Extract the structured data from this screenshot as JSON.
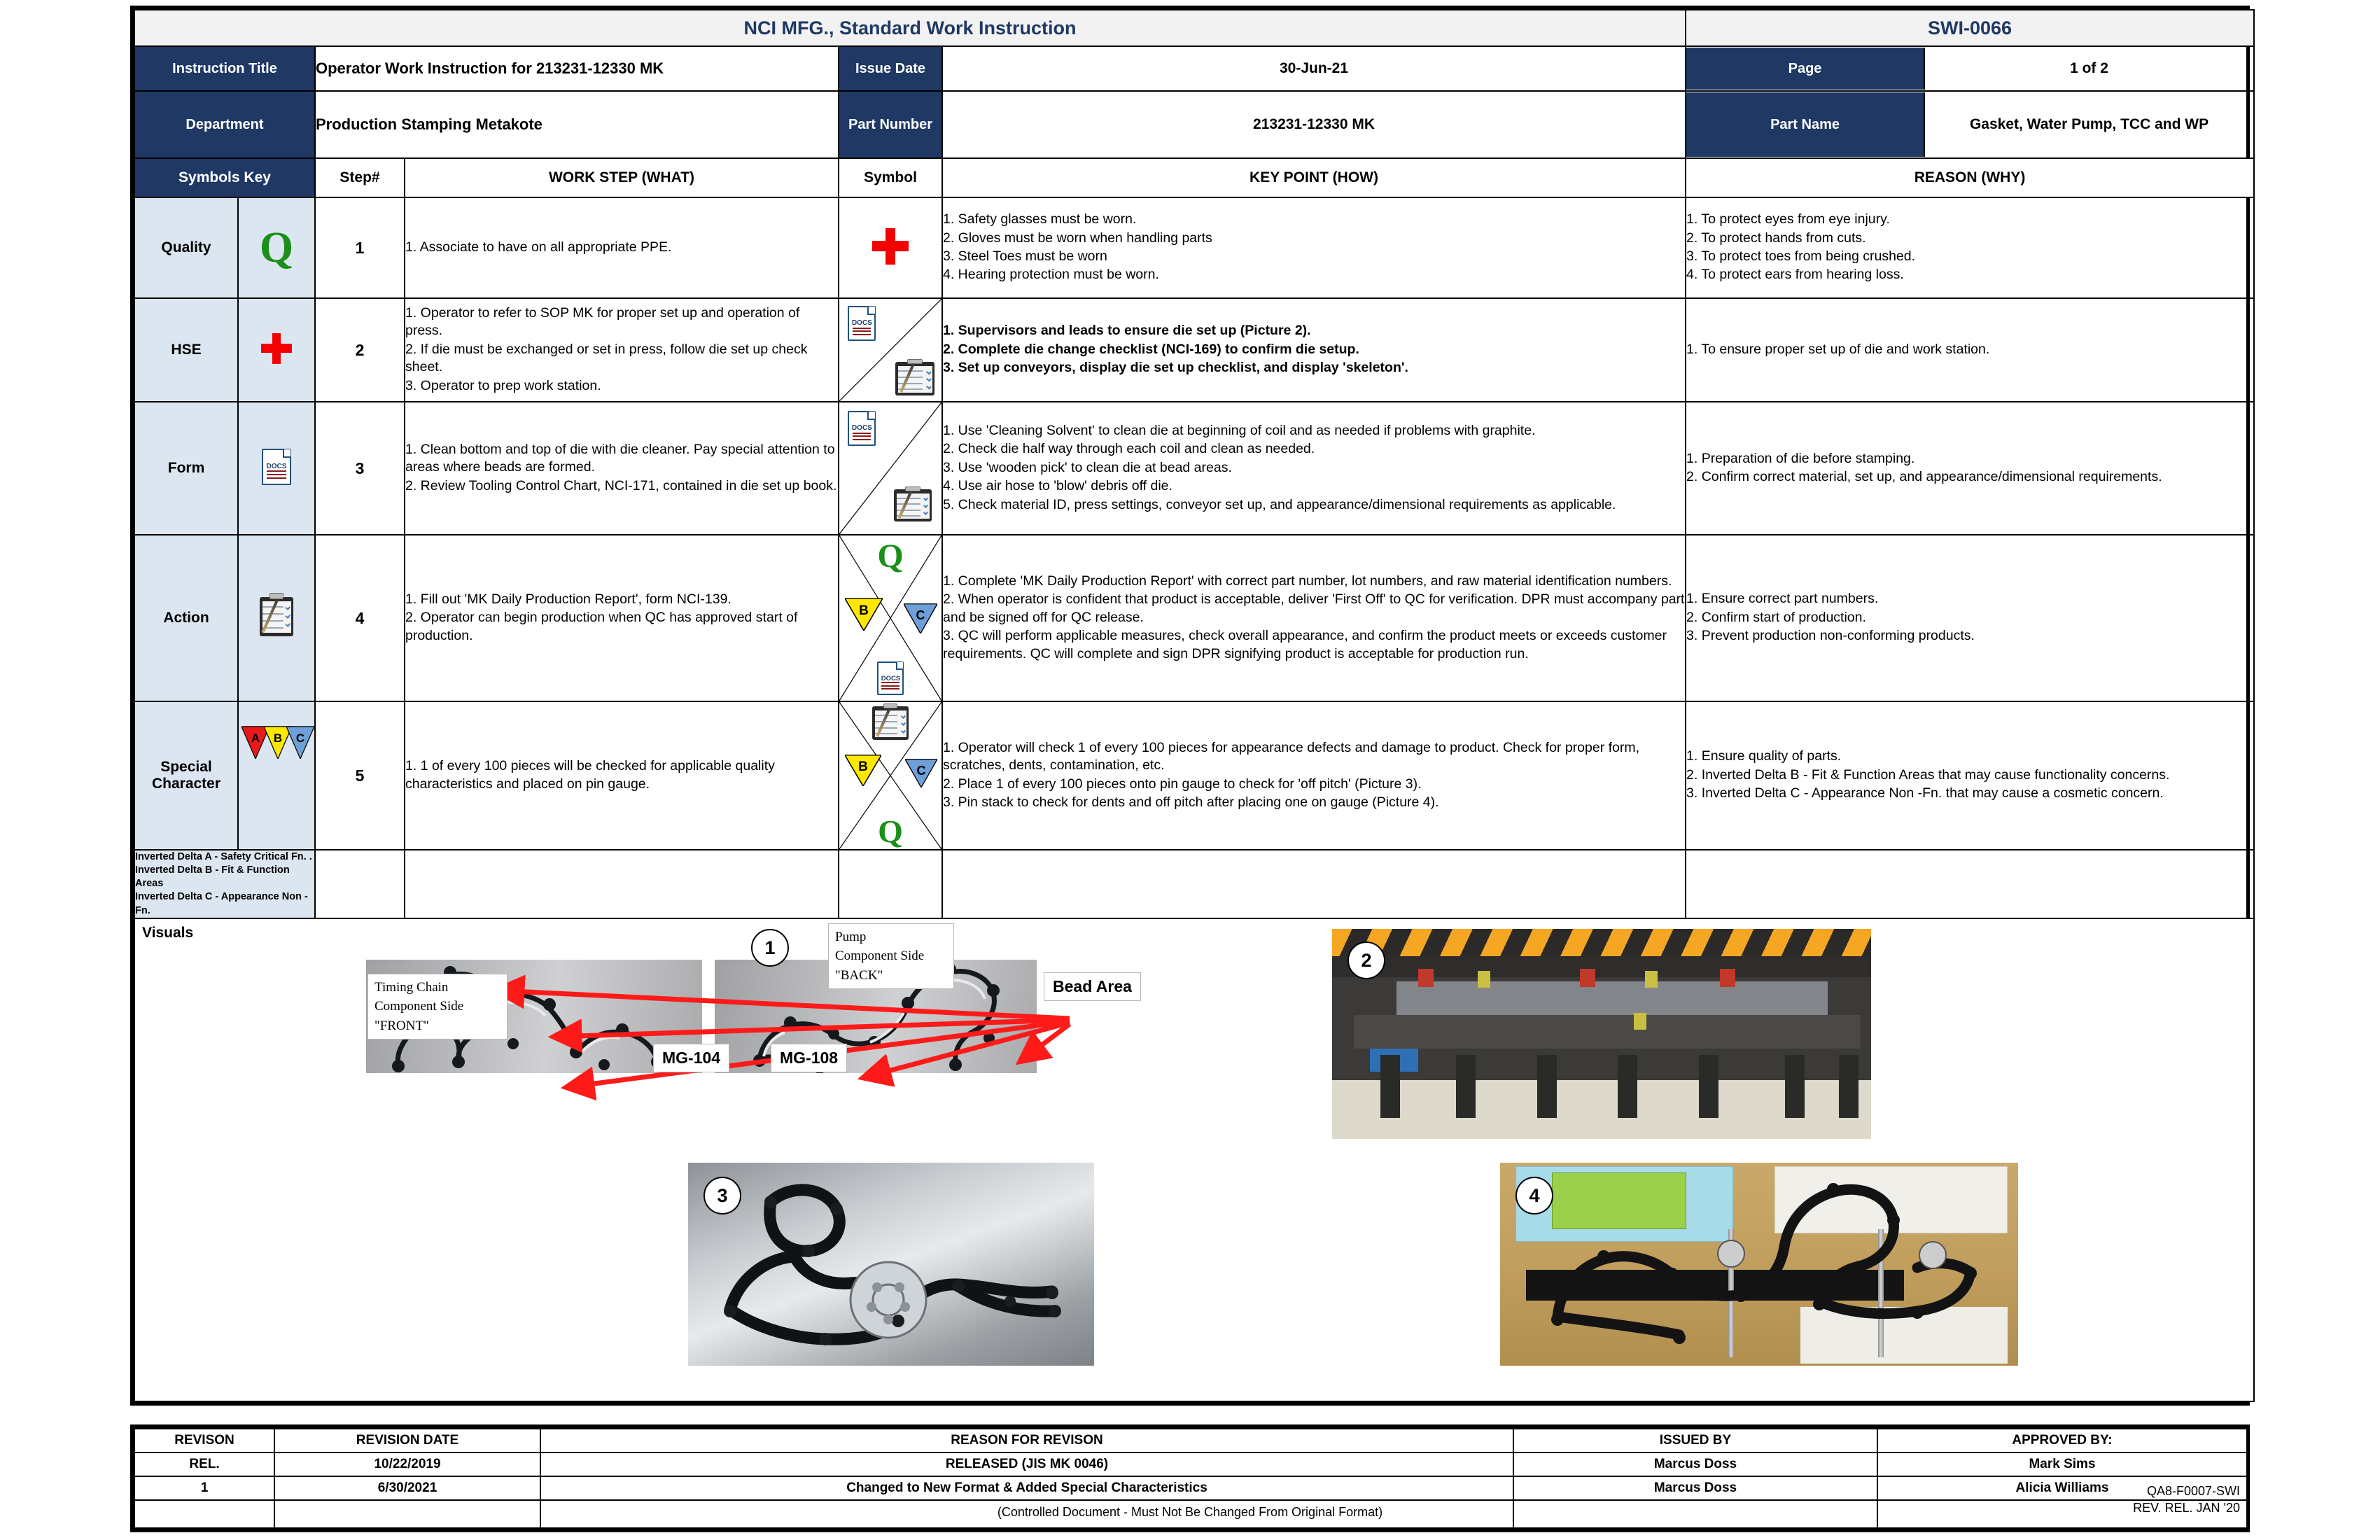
{
  "header": {
    "title": "NCI MFG., Standard Work Instruction",
    "doc_code": "SWI-0066",
    "rows": [
      {
        "label1": "Instruction Title",
        "value1": "Operator Work Instruction for 213231-12330 MK",
        "label2": "Issue Date",
        "value2": "30-Jun-21",
        "label3": "Page",
        "value3": "1 of 2"
      },
      {
        "label1": "Department",
        "value1": "Production Stamping Metakote",
        "label2": "Part Number",
        "value2": "213231-12330 MK",
        "label3": "Part Name",
        "value3": "Gasket, Water Pump, TCC and WP"
      }
    ]
  },
  "columns": {
    "symbols_key": "Symbols Key",
    "step": "Step#",
    "work_step": "WORK STEP (WHAT)",
    "symbol": "Symbol",
    "key_point": "KEY POINT (HOW)",
    "reason": "REASON (WHY)"
  },
  "steps": [
    {
      "category": "Quality",
      "key_icon": "letter-q-icon",
      "step": "1",
      "work_step": [
        "1. Associate to have on all appropriate PPE."
      ],
      "symbols": [
        "red-cross-icon"
      ],
      "key_point": [
        "1. Safety glasses must be worn.",
        "2. Gloves must be worn when handling parts",
        "3. Steel Toes must be worn",
        "4. Hearing protection must be worn."
      ],
      "key_point_bold": false,
      "reason": [
        "1. To protect eyes from eye injury.",
        "2. To protect hands from cuts.",
        "3. To protect toes from being crushed.",
        "4. To protect ears from hearing loss."
      ]
    },
    {
      "category": "HSE",
      "key_icon": "red-cross-icon",
      "step": "2",
      "work_step": [
        "1. Operator to refer to SOP MK for proper set up and operation of press.",
        "2. If die must be exchanged or set in press, follow die set up check sheet.",
        "3. Operator to prep work station."
      ],
      "symbols": [
        "docs-icon",
        "clipboard-icon"
      ],
      "key_point": [
        "1. Supervisors and leads to ensure die set up (Picture 2).",
        "2. Complete die change checklist (NCI-169) to confirm die setup.",
        "3. Set up conveyors, display die set up checklist, and display 'skeleton'."
      ],
      "key_point_bold": true,
      "reason": [
        "1. To ensure proper set up of die and work station."
      ]
    },
    {
      "category": "Form",
      "key_icon": "docs-icon",
      "step": "3",
      "work_step": [
        "1. Clean bottom and top of die with die cleaner. Pay special attention to areas where beads are formed.",
        "2. Review Tooling Control Chart, NCI-171, contained in die set up book."
      ],
      "symbols": [
        "docs-icon",
        "clipboard-icon"
      ],
      "key_point": [
        "1. Use 'Cleaning Solvent' to clean die at beginning of coil and as needed if problems with graphite.",
        "2. Check die half way through each coil and clean as needed.",
        "3. Use 'wooden pick' to clean die at bead areas.",
        "4. Use air hose to 'blow' debris off die.",
        "5. Check material ID, press settings, conveyor set up, and appearance/dimensional requirements as applicable."
      ],
      "key_point_bold": false,
      "reason": [
        "1. Preparation of die before stamping.",
        "2. Confirm correct material, set up, and appearance/dimensional requirements."
      ]
    },
    {
      "category": "Action",
      "key_icon": "clipboard-icon",
      "step": "4",
      "work_step": [
        "1. Fill out 'MK Daily Production Report', form NCI-139.",
        "2. Operator can begin production when QC has approved start of production."
      ],
      "symbols": [
        "letter-q-icon",
        "delta-b-icon",
        "delta-c-icon",
        "docs-icon"
      ],
      "key_point": [
        "1. Complete 'MK Daily Production Report' with correct part number, lot numbers, and raw material identification numbers.",
        "2. When operator is confident that product is acceptable, deliver 'First Off' to QC for verification. DPR must accompany part and be signed off for QC release.",
        "3. QC will perform applicable measures, check overall appearance, and confirm the product meets or exceeds customer requirements. QC will complete and sign DPR signifying product is acceptable for production run."
      ],
      "key_point_bold": false,
      "reason": [
        "1. Ensure correct part numbers.",
        "2. Confirm start of production.",
        "3. Prevent production non-conforming products."
      ]
    },
    {
      "category": "Special Character",
      "key_icon": "delta-abc-icon",
      "step": "5",
      "work_step": [
        "1. 1 of every 100 pieces will be checked for applicable quality characteristics and placed on pin gauge."
      ],
      "symbols": [
        "clipboard-icon",
        "delta-b-icon",
        "delta-c-icon",
        "letter-q-icon"
      ],
      "key_point": [
        "1. Operator will check 1 of every 100 pieces for appearance defects and damage to product. Check for proper form, scratches, dents, contamination, etc.",
        "2. Place 1 of every 100 pieces onto pin gauge to check for 'off pitch' (Picture 3).",
        "3. Pin stack to check for dents and off pitch after placing one on gauge (Picture 4)."
      ],
      "key_point_bold": false,
      "reason": [
        "1. Ensure quality of parts.",
        "2. Inverted Delta B - Fit & Function Areas that may cause functionality concerns.",
        "3. Inverted Delta C  - Appearance Non -Fn. that may cause a cosmetic concern."
      ]
    }
  ],
  "legend": [
    "Inverted Delta A - Safety Critical Fn. .",
    "Inverted Delta B - Fit & Function Areas",
    "Inverted Delta C  - Appearance Non -Fn."
  ],
  "delta_labels": {
    "a": "A",
    "b": "B",
    "c": "C"
  },
  "q_glyph": "Q",
  "docs_word": "DOCS",
  "visuals": {
    "label": "Visuals",
    "callouts": [
      "1",
      "2",
      "3",
      "4"
    ],
    "tags": {
      "timing_chain": "Timing Chain\nComponent Side\n\"FRONT\"",
      "pump": "Pump\nComponent Side\n\"BACK\"",
      "bead_area": "Bead Area",
      "mg104": "MG-104",
      "mg108": "MG-108"
    }
  },
  "footer": {
    "headers": [
      "REVISON",
      "REVISION DATE",
      "REASON FOR REVISON",
      "ISSUED BY",
      "APPROVED BY:"
    ],
    "rows": [
      {
        "rev": "REL.",
        "date": "10/22/2019",
        "reason": "RELEASED (JIS MK 0046)",
        "issued": "Marcus Doss",
        "approved": "Mark Sims"
      },
      {
        "rev": "1",
        "date": "6/30/2021",
        "reason": "Changed to New Format & Added Special Characteristics",
        "issued": "Marcus Doss",
        "approved": "Alicia Williams"
      },
      {
        "rev": "",
        "date": "",
        "reason": "",
        "issued": "",
        "approved": ""
      }
    ],
    "note": "(Controlled Document - Must Not Be Changed From Original Format)",
    "form_code": "QA8-F0007-SWI",
    "form_rev": "REV. REL. JAN '20"
  },
  "colors": {
    "navy": "#1f3864",
    "light_blue": "#dce6f1",
    "green": "#1a8f1a",
    "red": "#f40000",
    "yellow": "#ffe800",
    "blue": "#6f9fd8"
  }
}
